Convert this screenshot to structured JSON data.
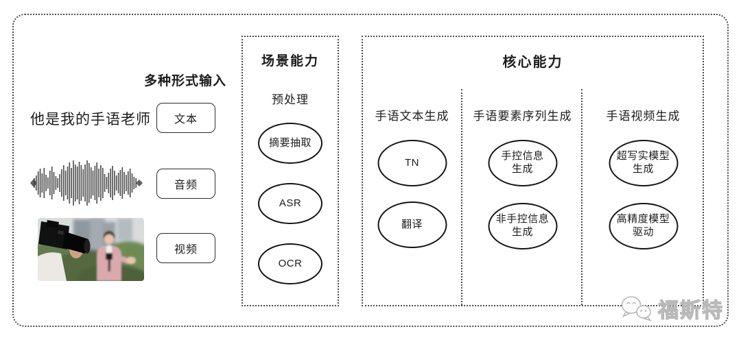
{
  "input_section": {
    "header": "多种形式输入",
    "text_sample": "他是我的手语老师",
    "items": [
      {
        "label": "文本"
      },
      {
        "label": "音频"
      },
      {
        "label": "视频"
      }
    ]
  },
  "scene_box": {
    "title": "场景能力",
    "subtitle": "预处理",
    "nodes": [
      "摘要抽取",
      "ASR",
      "OCR"
    ]
  },
  "core_box": {
    "title": "核心能力",
    "columns": [
      {
        "header": "手语文本生成",
        "nodes": [
          "TN",
          "翻译"
        ]
      },
      {
        "header": "手语要素序列生成",
        "nodes": [
          "手控信息\n生成",
          "非手控信息\n生成"
        ]
      },
      {
        "header": "手语视频生成",
        "nodes": [
          "超写实模型\n生成",
          "高精度模型\n驱动"
        ]
      }
    ]
  },
  "watermark": {
    "text": "福斯特",
    "icon": "wechat-chat-bubbles-icon"
  },
  "colors": {
    "frame_border": "#4a4a4a",
    "ellipse_stroke": "#141414",
    "text": "#1c1c1c",
    "watermark_gray": "#b9b9b9"
  }
}
